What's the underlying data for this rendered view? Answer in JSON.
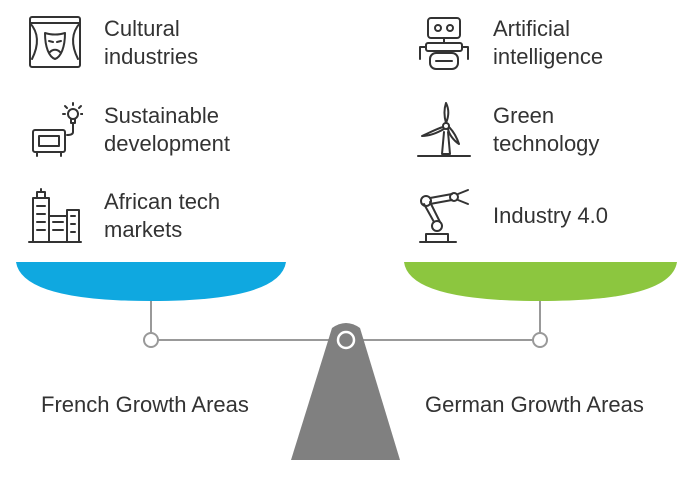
{
  "left": {
    "caption": "French Growth Areas",
    "color": "#0FA8E0",
    "items": [
      {
        "label": "Cultural industries",
        "icon": "theater-mask-icon"
      },
      {
        "label": "Sustainable development",
        "icon": "lightbulb-generator-icon"
      },
      {
        "label": "African tech markets",
        "icon": "city-buildings-icon"
      }
    ]
  },
  "right": {
    "caption": "German Growth Areas",
    "color": "#8CC63F",
    "items": [
      {
        "label": "Artificial intelligence",
        "icon": "robot-icon"
      },
      {
        "label": "Green technology",
        "icon": "wind-turbine-icon"
      },
      {
        "label": "Industry 4.0",
        "icon": "robotic-arm-icon"
      }
    ]
  },
  "colors": {
    "fulcrum": "#808080",
    "beam": "#999999"
  }
}
